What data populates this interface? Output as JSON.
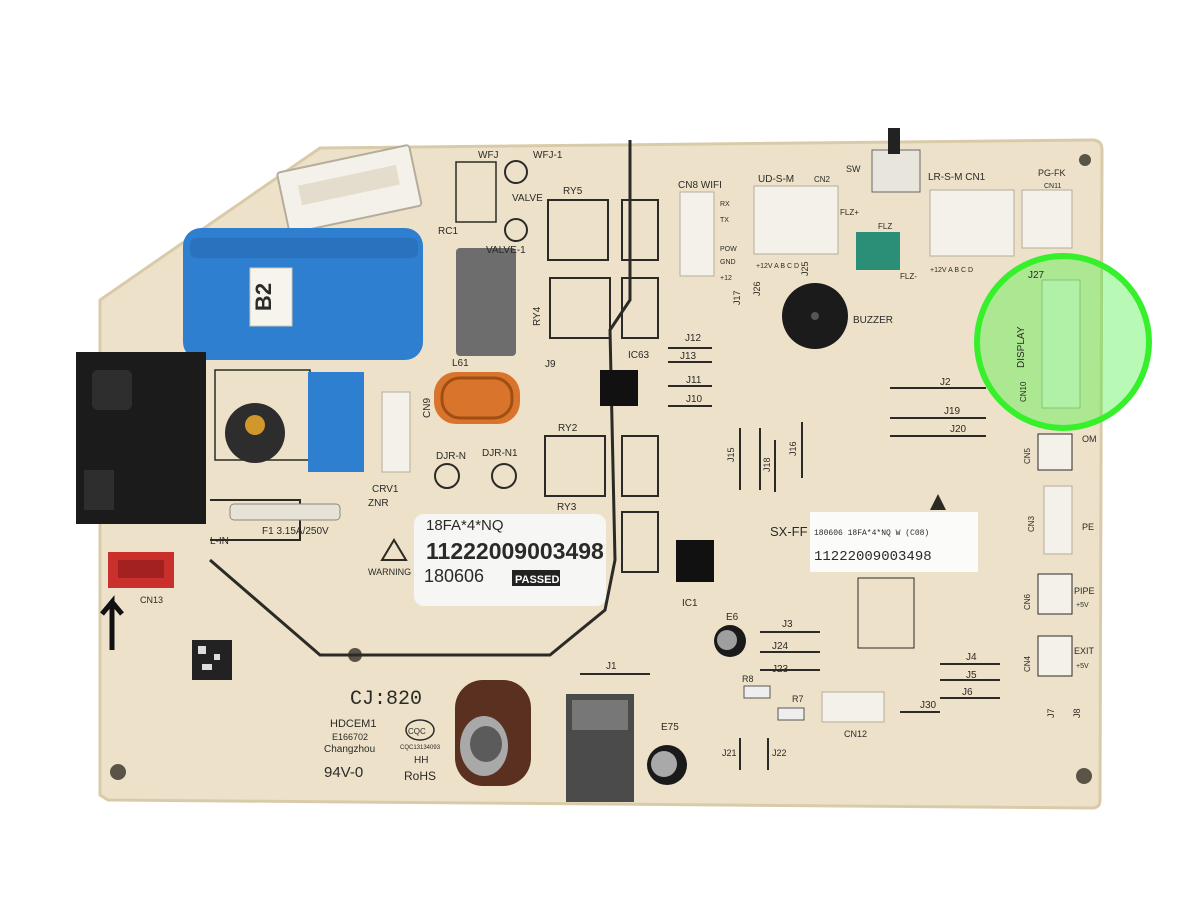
{
  "board": {
    "colors": {
      "pcb": "#ede2c9",
      "pcb_edge": "#d9cbaa",
      "silk": "#2b2a26",
      "capacitor_blue": "#2f7fd0",
      "highlight_green": "#35f02a",
      "relay_black": "#1b1b1b",
      "connector_red": "#c9302c",
      "connector_white": "#f4f1ea",
      "coil_copper": "#d9742c",
      "connector_green": "#2a8f76"
    },
    "capacitor_label": "B2",
    "connectors": {
      "wfj": "WFJ",
      "wfj1": "WFJ-1",
      "valve": "VALVE",
      "valve1": "VALVE-1",
      "cn8": "CN8 WIFI",
      "rx": "RX",
      "tx": "TX",
      "pow": "POW",
      "gnd": "GND",
      "v12": "+12",
      "ud": "UD-S-M",
      "cn2": "CN2",
      "sw": "SW",
      "lrs": "LR-S-M CN1",
      "pgfk": "PG-FK",
      "cn11": "CN11",
      "flzp": "FLZ+",
      "flz": "FLZ",
      "flzm": "FLZ-",
      "abcd1": "+12V  A  B  C  D",
      "abcd2": "+12V  A  B  C  D",
      "j27": "J27",
      "display": "DISPLAY",
      "cn10": "CN10",
      "cn5": "CN5",
      "cn3": "CN3",
      "cn6": "CN6",
      "pipe": "PIPE",
      "v5a": "+5V",
      "cn4": "CN4",
      "exit": "EXIT",
      "v5b": "+5V",
      "cn12": "CN12",
      "cn13": "CN13",
      "cn9": "CN9",
      "crv1": "CRV1",
      "djrn": "DJR-N",
      "djrn1": "DJR-N1",
      "znr": "ZNR",
      "lin": "L-IN",
      "fuse": "F1  3.15A/250V",
      "buzzer": "BUZZER",
      "rc1": "RC1",
      "l61": "L61",
      "ic63": "IC63",
      "ic1": "IC1",
      "e6": "E6",
      "e75": "E75",
      "r8": "R8",
      "r7": "R7",
      "om": "OM",
      "pe": "PE"
    },
    "relays": {
      "ry5": "RY5",
      "ry4": "RY4",
      "ry2": "RY2",
      "ry3": "RY3"
    },
    "jumpers": {
      "j1": "J1",
      "j2": "J2",
      "j3": "J3",
      "j4": "J4",
      "j5": "J5",
      "j6": "J6",
      "j7": "J7",
      "j8": "J8",
      "j9": "J9",
      "j10": "J10",
      "j11": "J11",
      "j12": "J12",
      "j13": "J13",
      "j15": "J15",
      "j16": "J16",
      "j17": "J17",
      "j18": "J18",
      "j19": "J19",
      "j20": "J20",
      "j21": "J21",
      "j22": "J22",
      "j23": "J23",
      "j24": "J24",
      "j25": "J25",
      "j26": "J26",
      "j30": "J30"
    },
    "label_main": {
      "model": "18FA*4*NQ",
      "serial": "11222009003498",
      "date": "180606",
      "passed": "PASSED",
      "warning": "WARNING"
    },
    "label_right": {
      "prefix": "SX-FF",
      "line1": "180606  18FA*4*NQ  W  (C08)",
      "serial": "11222009003498"
    },
    "markings": {
      "cj": "CJ:820",
      "ul": "HDCEM1",
      "ul_file": "E166702",
      "city": "Changzhou",
      "flame": "94V-0",
      "cqc": "CQC",
      "cqc_no": "CQC13134093",
      "hh": "HH",
      "rohs": "RoHS"
    }
  }
}
